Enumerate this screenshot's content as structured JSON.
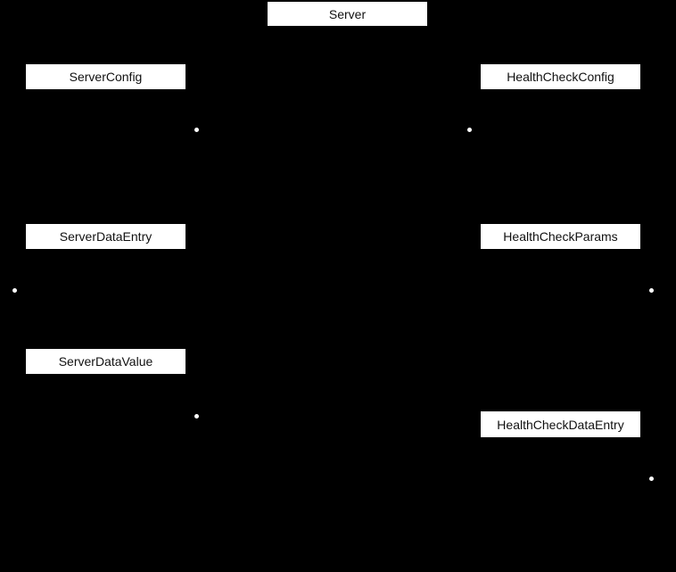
{
  "diagram": {
    "type": "class-relationship-diagram",
    "background_color": "#000000",
    "node_fill_color": "#ffffff",
    "node_text_color": "#111111",
    "connector_dot_color": "#ffffff",
    "nodes": [
      {
        "id": "server",
        "label": "Server"
      },
      {
        "id": "server-config",
        "label": "ServerConfig"
      },
      {
        "id": "health-check-config",
        "label": "HealthCheckConfig"
      },
      {
        "id": "server-data-entry",
        "label": "ServerDataEntry"
      },
      {
        "id": "health-check-params",
        "label": "HealthCheckParams"
      },
      {
        "id": "server-data-value",
        "label": "ServerDataValue"
      },
      {
        "id": "health-check-data-entry",
        "label": "HealthCheckDataEntry"
      }
    ],
    "connector_markers": {
      "shape": "filled-circle",
      "count": 6
    }
  }
}
